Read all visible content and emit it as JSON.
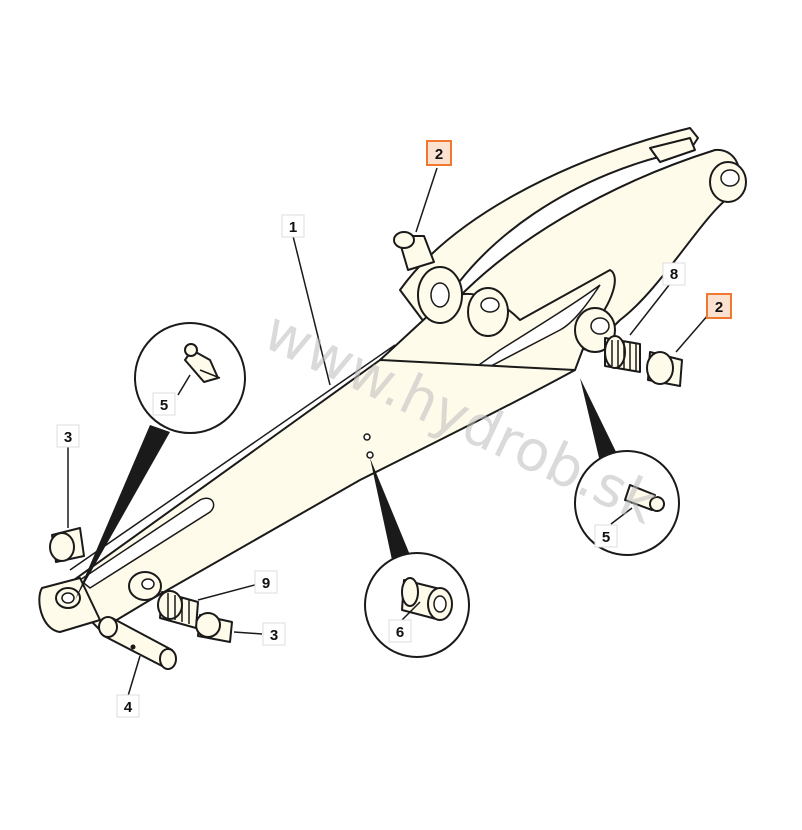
{
  "labels": {
    "part_1": "1",
    "part_2_top": "2",
    "part_2_right": "2",
    "part_3_left": "3",
    "part_3_bottom": "3",
    "part_4": "4",
    "part_5_left": "5",
    "part_5_right": "5",
    "part_6": "6",
    "part_8": "8",
    "part_9": "9"
  },
  "watermark": "www.hydrob.sk",
  "colors": {
    "part_fill": "#fffbea",
    "highlight_fill": "#fbe1d0",
    "highlight_border": "#f07830",
    "line": "#1a1a1a",
    "watermark": "#bdbdbd"
  }
}
